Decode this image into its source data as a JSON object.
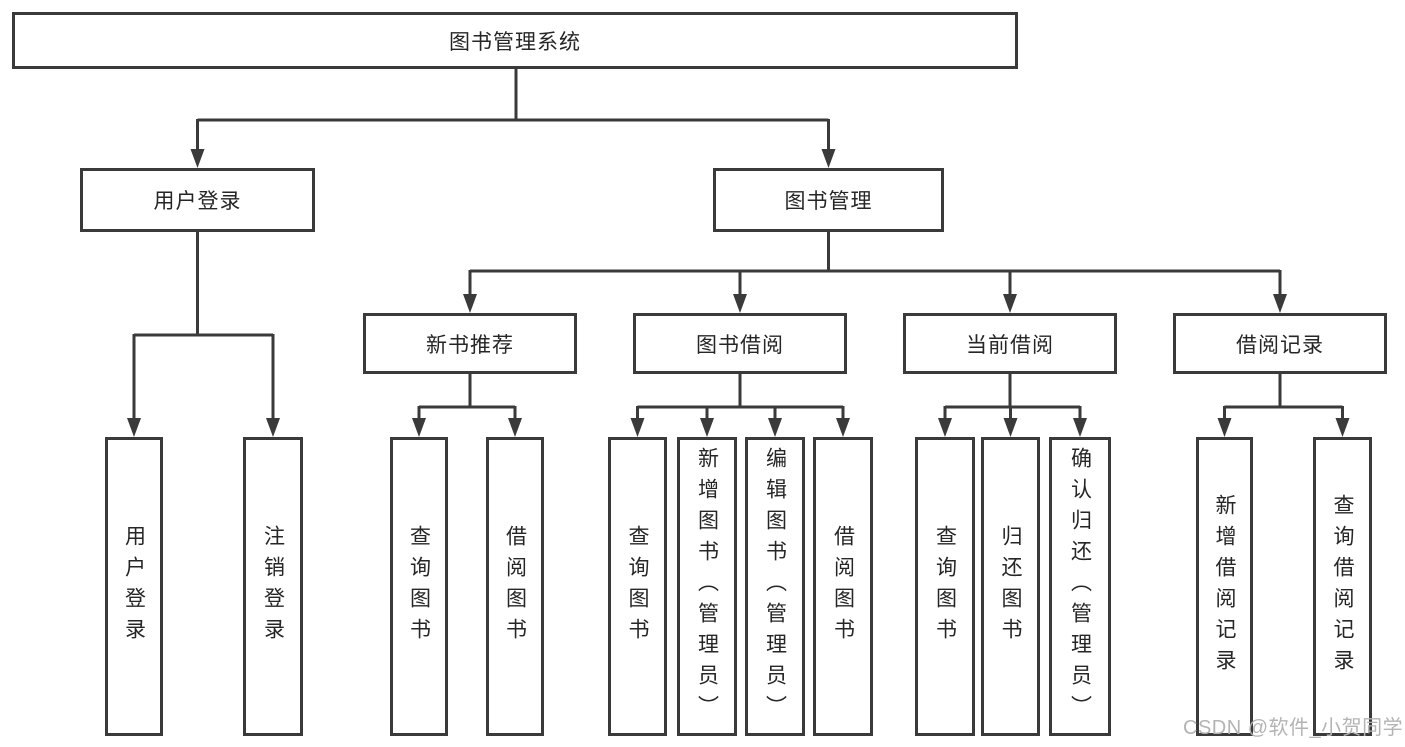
{
  "colors": {
    "line": "#3a3a3a",
    "box_border": "#3a3a3a",
    "text": "#262626",
    "watermark": "#b4b4b4"
  },
  "tree": {
    "root": {
      "label": "图书管理系统"
    },
    "level2": [
      {
        "label": "用户登录",
        "children": [
          {
            "label": "用户登录"
          },
          {
            "label": "注销登录"
          }
        ]
      },
      {
        "label": "图书管理",
        "children": [
          {
            "label": "新书推荐",
            "children": [
              {
                "label": "查询图书"
              },
              {
                "label": "借阅图书"
              }
            ]
          },
          {
            "label": "图书借阅",
            "children": [
              {
                "label": "查询图书"
              },
              {
                "label": "新增图书（管理员）"
              },
              {
                "label": "编辑图书（管理员）"
              },
              {
                "label": "借阅图书"
              }
            ]
          },
          {
            "label": "当前借阅",
            "children": [
              {
                "label": "查询图书"
              },
              {
                "label": "归还图书"
              },
              {
                "label": "确认归还（管理员）"
              }
            ]
          },
          {
            "label": "借阅记录",
            "children": [
              {
                "label": "新增借阅记录"
              },
              {
                "label": "查询借阅记录"
              }
            ]
          }
        ]
      }
    ]
  },
  "watermark": {
    "text": "CSDN @软件_小贺同学"
  }
}
